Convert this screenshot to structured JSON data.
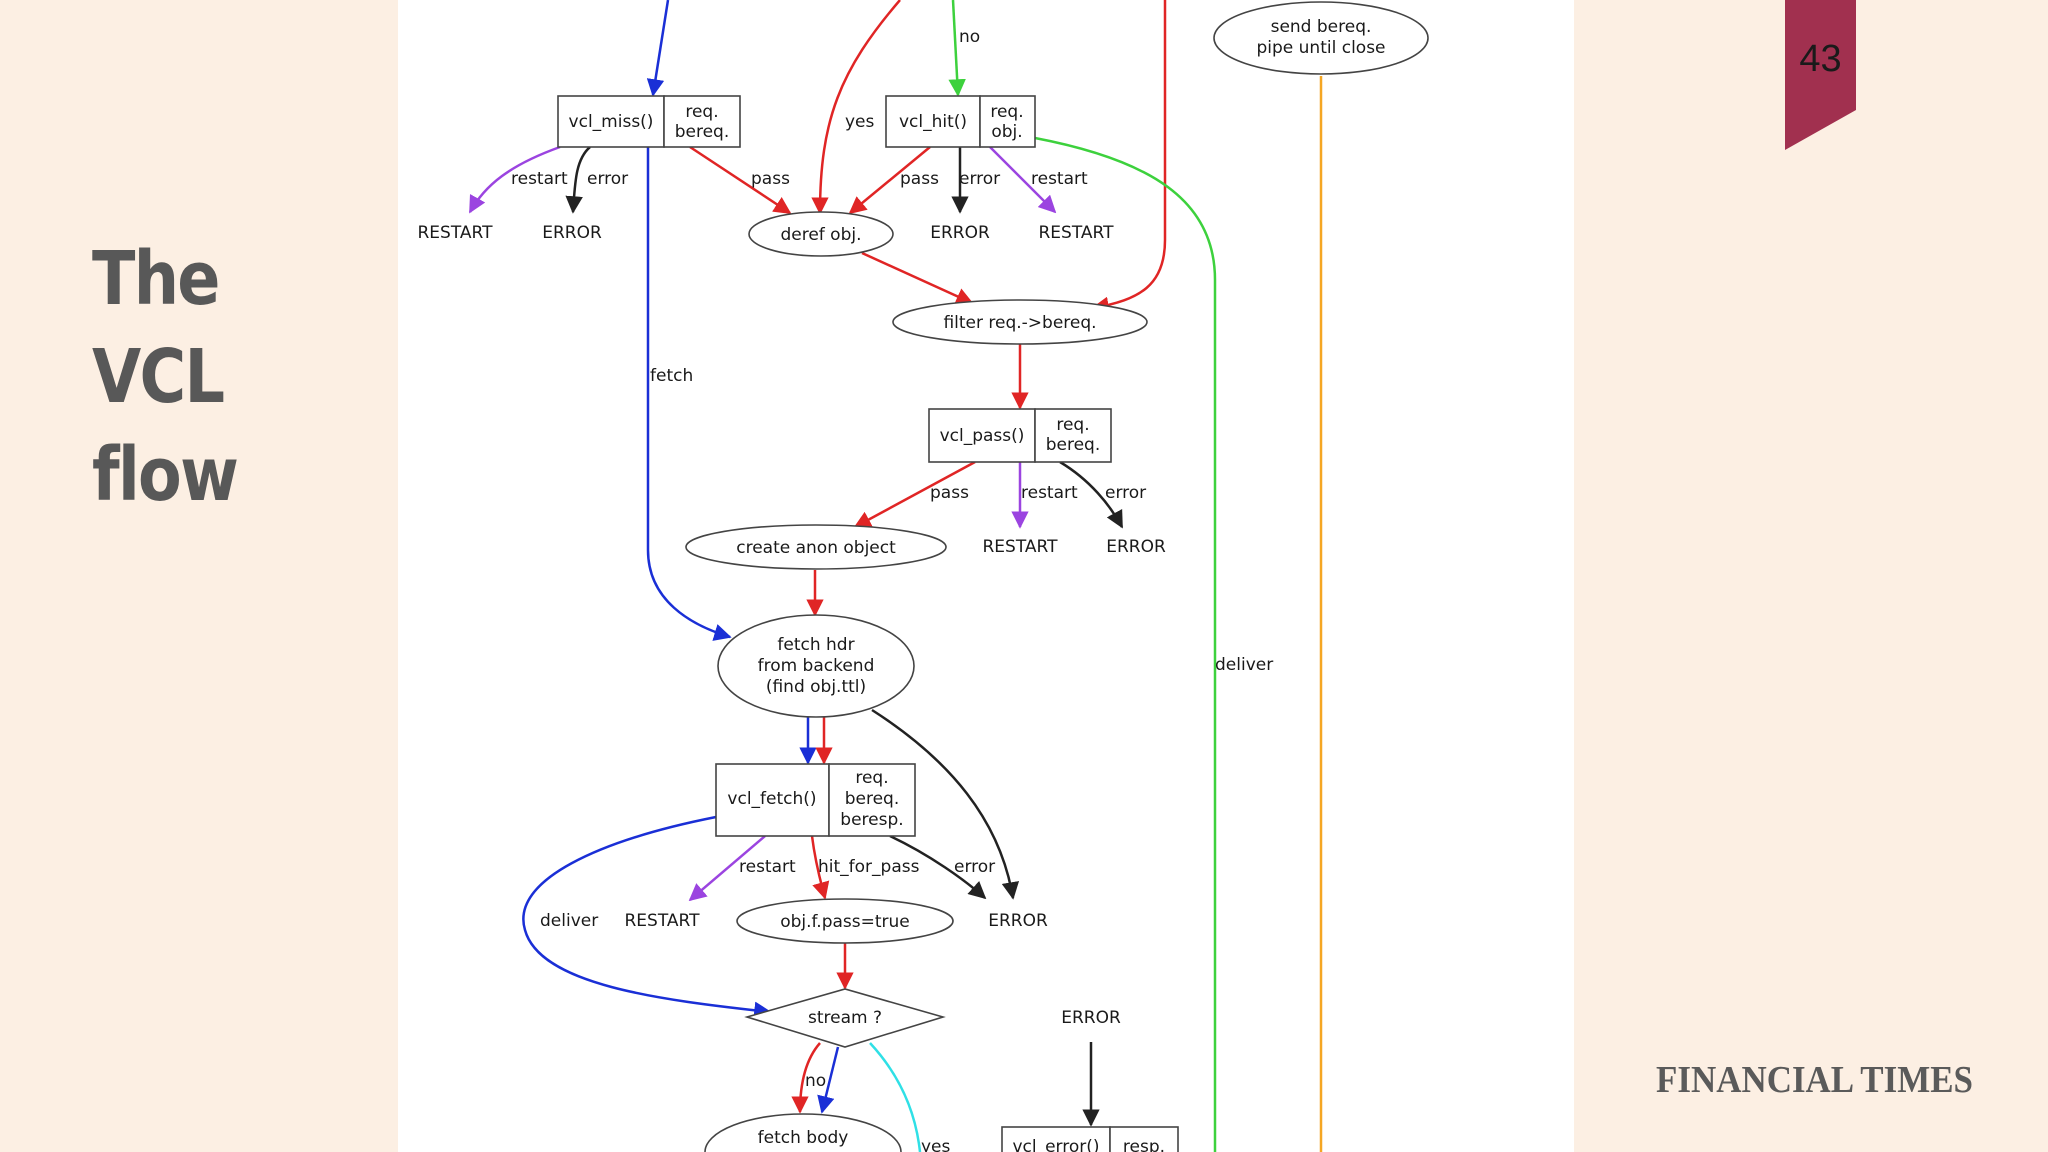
{
  "slide": {
    "title_line1": "The VCL",
    "title_line2": "flow",
    "page_number": "43",
    "logo_text": "FINANCIAL TIMES",
    "colors": {
      "background": "#fcefe3",
      "badge": "#a1304f",
      "title": "#585858",
      "pipe": "#f5a623",
      "deliver": "#3dd13d"
    }
  },
  "diagram": {
    "nodes": {
      "vcl_miss": {
        "name": "vcl_miss()",
        "vars_1": "req.",
        "vars_2": "bereq."
      },
      "vcl_hit": {
        "name": "vcl_hit()",
        "vars_1": "req.",
        "vars_2": "obj."
      },
      "vcl_pass": {
        "name": "vcl_pass()",
        "vars_1": "req.",
        "vars_2": "bereq."
      },
      "vcl_fetch": {
        "name": "vcl_fetch()",
        "vars_1": "req.",
        "vars_2": "bereq.",
        "vars_3": "beresp."
      },
      "vcl_error": {
        "name": "vcl_error()",
        "vars_1": "resp."
      },
      "send_bereq": {
        "line1": "send bereq.",
        "line2": "pipe until close"
      },
      "deref_obj": "deref obj.",
      "filter": "filter req.->bereq.",
      "create_anon": "create anon object",
      "fetch_hdr": {
        "line1": "fetch hdr",
        "line2": "from backend",
        "line3": "(find obj.ttl)"
      },
      "obj_pass": "obj.f.pass=true",
      "stream": "stream ?",
      "fetch_body": "fetch body"
    },
    "terminals": {
      "restart": "RESTART",
      "error": "ERROR"
    },
    "edge_labels": {
      "no": "no",
      "yes": "yes",
      "restart": "restart",
      "error": "error",
      "pass": "pass",
      "fetch": "fetch",
      "deliver": "deliver",
      "hit_for_pass": "hit_for_pass"
    }
  }
}
